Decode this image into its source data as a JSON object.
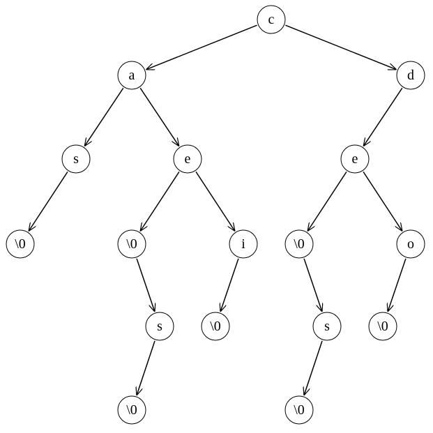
{
  "diagram": {
    "type": "ternary search tree",
    "nodes": [
      {
        "id": "n0",
        "label": "c"
      },
      {
        "id": "n1",
        "label": "a"
      },
      {
        "id": "n2",
        "label": "d"
      },
      {
        "id": "n3",
        "label": "s"
      },
      {
        "id": "n4",
        "label": "e"
      },
      {
        "id": "n5",
        "label": "e"
      },
      {
        "id": "n6",
        "label": "\\0"
      },
      {
        "id": "n7",
        "label": "\\0"
      },
      {
        "id": "n8",
        "label": "i"
      },
      {
        "id": "n9",
        "label": "\\0"
      },
      {
        "id": "n10",
        "label": "o"
      },
      {
        "id": "n11",
        "label": "s"
      },
      {
        "id": "n12",
        "label": "\\0"
      },
      {
        "id": "n13",
        "label": "s"
      },
      {
        "id": "n14",
        "label": "\\0"
      },
      {
        "id": "n15",
        "label": "\\0"
      },
      {
        "id": "n16",
        "label": "\\0"
      }
    ],
    "edges": [
      [
        "n0",
        "n1"
      ],
      [
        "n0",
        "n2"
      ],
      [
        "n1",
        "n3"
      ],
      [
        "n1",
        "n4"
      ],
      [
        "n2",
        "n5"
      ],
      [
        "n3",
        "n6"
      ],
      [
        "n4",
        "n7"
      ],
      [
        "n4",
        "n8"
      ],
      [
        "n5",
        "n9"
      ],
      [
        "n5",
        "n10"
      ],
      [
        "n7",
        "n11"
      ],
      [
        "n8",
        "n12"
      ],
      [
        "n9",
        "n13"
      ],
      [
        "n10",
        "n14"
      ],
      [
        "n11",
        "n15"
      ],
      [
        "n13",
        "n16"
      ]
    ]
  }
}
